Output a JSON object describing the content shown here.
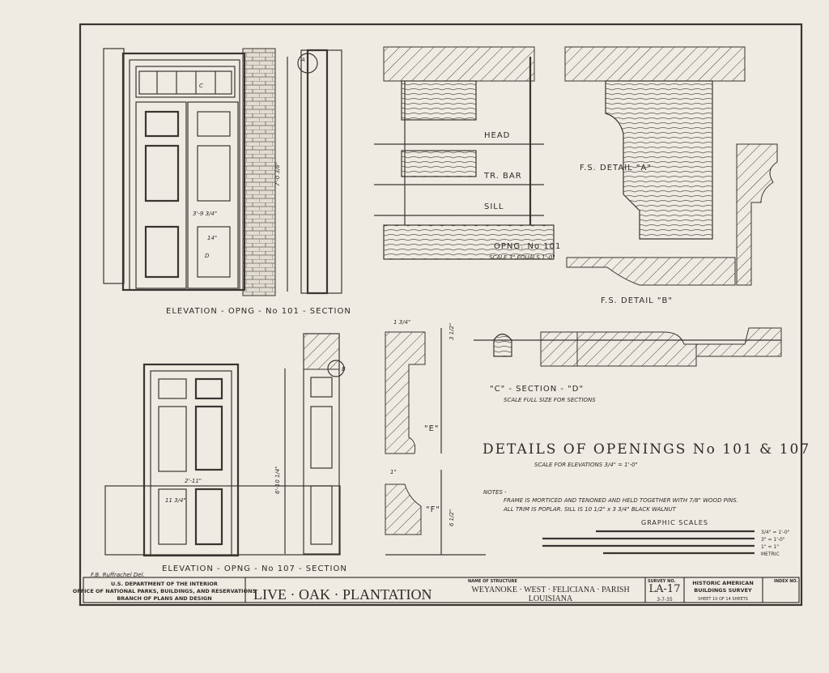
{
  "sheet": {
    "elevation_101_label": "ELEVATION - OPNG - No 101 - SECTION",
    "elevation_107_label": "ELEVATION - OPNG - No 107 - SECTION",
    "opng_101_label": "OPNG. No 101",
    "opng_101_scale": "SCALE 3\" EQUALS 1'-0\"",
    "head_label": "HEAD",
    "trbar_label": "TR. BAR",
    "sill_label": "SILL",
    "fs_detail_a": "F.S. DETAIL \"A\"",
    "fs_detail_b": "F.S. DETAIL \"B\"",
    "section_cd": "\"C\" - SECTION - \"D\"",
    "section_cd_scale": "SCALE FULL SIZE FOR SECTIONS",
    "label_c": "C",
    "label_d": "D",
    "label_e": "\"E\"",
    "label_f": "\"F\"",
    "label_a": "A",
    "label_b": "B",
    "details_title": "DETAILS OF OPENINGS No 101 & 107",
    "details_scale": "SCALE FOR ELEVATIONS 3/4\" = 1'-0\"",
    "notes_heading": "NOTES -",
    "notes_line1": "FRAME IS MORTICED AND TENONED AND HELD TOGETHER WITH 7/8\" WOOD PINS.",
    "notes_line2": "ALL TRIM IS POPLAR.    SILL IS 10 1/2\" x 3 3/4\" BLACK WALNUT",
    "graphic_scales": "GRAPHIC SCALES",
    "scale_labels": [
      "3/4\" = 1'-0\"",
      "3\" = 1'-0\"",
      "1\" = 1\"",
      "METRIC"
    ],
    "delineator": "F.B. Ruffrachel Del.",
    "dims": {
      "d1": "3'-9 3/4\"",
      "d2": "14\"",
      "d3": "7'-0 3/8\"",
      "d4": "2'-11\"",
      "d5": "6'-10 1/4\"",
      "d6": "11 3/4\"",
      "d7": "1 3/4\"",
      "d8": "3 1/2\"",
      "d9": "6 1/2\"",
      "d10": "1\""
    }
  },
  "title_block": {
    "agency_line1": "U.S. DEPARTMENT OF THE INTERIOR",
    "agency_line2": "OFFICE OF NATIONAL PARKS, BUILDINGS, AND RESERVATIONS",
    "agency_line3": "BRANCH OF PLANS AND DESIGN",
    "structure_name": "LIVE · OAK · PLANTATION",
    "name_caption": "NAME OF STRUCTURE",
    "location_line1": "WEYANOKE · WEST · FELICIANA · PARISH",
    "location_line2": "LOUISIANA",
    "survey_caption": "SURVEY NO.",
    "survey_no": "LA-17",
    "survey_date": "3-7-35",
    "habs_line1": "HISTORIC AMERICAN",
    "habs_line2": "BUILDINGS SURVEY",
    "sheet_info": "SHEET 10 OF 14 SHEETS",
    "index_caption": "INDEX NO."
  }
}
